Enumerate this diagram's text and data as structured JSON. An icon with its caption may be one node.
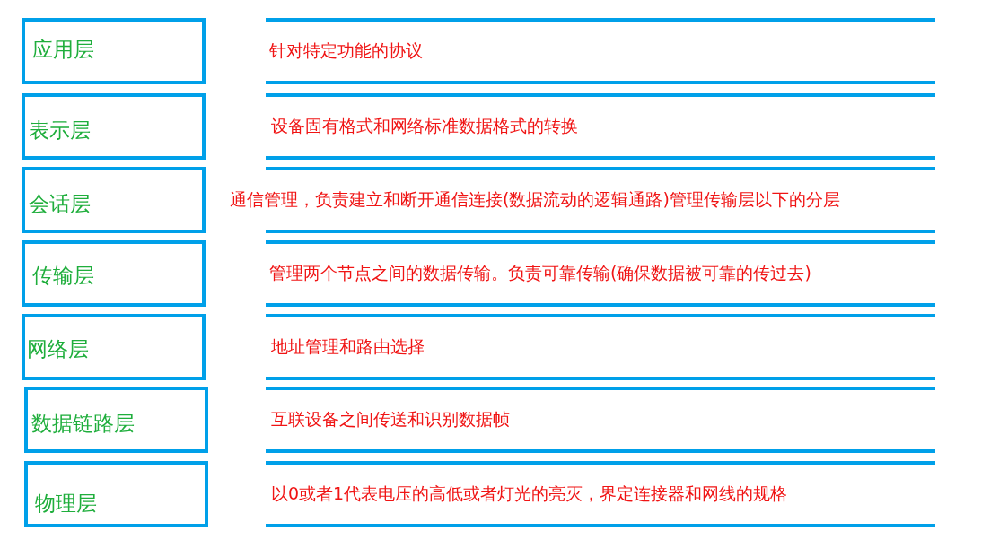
{
  "diagram": {
    "nodes": [
      {
        "text": [
          "应用层"
        ]
      },
      {
        "text": [
          "针对特定功能的协议"
        ]
      },
      {
        "text": [
          "表示层"
        ]
      },
      {
        "text": [
          "设备固有格式和网络标准数据格式的转换"
        ]
      },
      {
        "text": [
          "会话层"
        ]
      },
      {
        "text": [
          "通信管理，负责建立和断开通信连接(数据流动的逻辑通路)管理传输层以下的分层"
        ]
      },
      {
        "text": [
          "传输层"
        ]
      },
      {
        "text": [
          "管理两个节点之间的数据传输。负责可靠传输(确保数据被可靠的传过去)"
        ]
      },
      {
        "text": [
          "网络层"
        ]
      },
      {
        "text": [
          "地址管理和路由选择"
        ]
      },
      {
        "text": [
          "数据链路层"
        ]
      },
      {
        "text": [
          "互联设备之间传送和识别数据帧"
        ]
      },
      {
        "text": [
          "物理层"
        ]
      },
      {
        "text": [
          "以0或者1代表电压的高低或者灯光的亮灭，界定连接器和网线的规格"
        ]
      }
    ]
  }
}
